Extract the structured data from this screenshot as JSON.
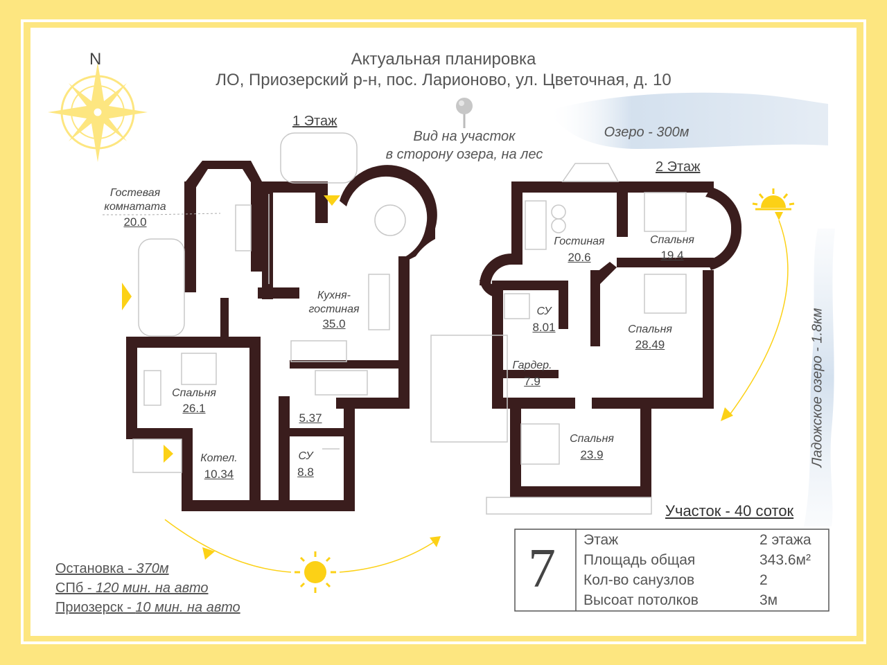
{
  "header": {
    "title_line1": "Актуальная планировка",
    "title_line2": "ЛО, Приозерский р-н, пос. Ларионово, ул. Цветочная, д. 10"
  },
  "compass": {
    "label": "N"
  },
  "view": {
    "line1": "Вид на участок",
    "line2": "в сторону озера, на лес"
  },
  "lake": {
    "label": "Озеро - 300м"
  },
  "ladoga": {
    "label": "Ладожское озеро - 1.8км"
  },
  "floor1": {
    "label": "1 Этаж",
    "rooms": {
      "guest_line1": "Гостевая",
      "guest_line2": "комнатата",
      "guest_area": "20.0",
      "kitchen_line1": "Кухня-",
      "kitchen_line2": "гостиная",
      "kitchen_area": "35.0",
      "bedroom": "Спальня",
      "bedroom_area": "26.1",
      "hall_area": "5.37",
      "boiler": "Котел.",
      "boiler_area": "10.34",
      "bath": "СУ",
      "bath_area": "8.8"
    }
  },
  "floor2": {
    "label": "2 Этаж",
    "rooms": {
      "living": "Гостиная",
      "living_area": "20.6",
      "bed1": "Спальня",
      "bed1_area": "19.4",
      "bath": "СУ",
      "bath_area": "8.01",
      "bed2": "Спальня",
      "bed2_area": "28.49",
      "wardrobe": "Гардер.",
      "wardrobe_area": "7.9",
      "bed3": "Спальня",
      "bed3_area": "23.9"
    }
  },
  "plot": {
    "label": "Участок - 40 соток"
  },
  "info": {
    "number": "7",
    "rows": [
      {
        "label": "Этаж",
        "value": "2 этажа"
      },
      {
        "label": "Площадь общая",
        "value": "343.6м²"
      },
      {
        "label": "Кол-во санузлов",
        "value": "2"
      },
      {
        "label": "Высоат потолков",
        "value": "3м"
      }
    ]
  },
  "transport": [
    {
      "place": "Остановка - ",
      "time": "370м"
    },
    {
      "place": "СПб - ",
      "time": "120 мин. на авто"
    },
    {
      "place": "Приозерск - ",
      "time": "10 мин. на авто"
    }
  ],
  "colors": {
    "frame": "#fde680",
    "wall": "#3a1d1d",
    "accent": "#fcd116",
    "lake": "#c9d9ea"
  }
}
